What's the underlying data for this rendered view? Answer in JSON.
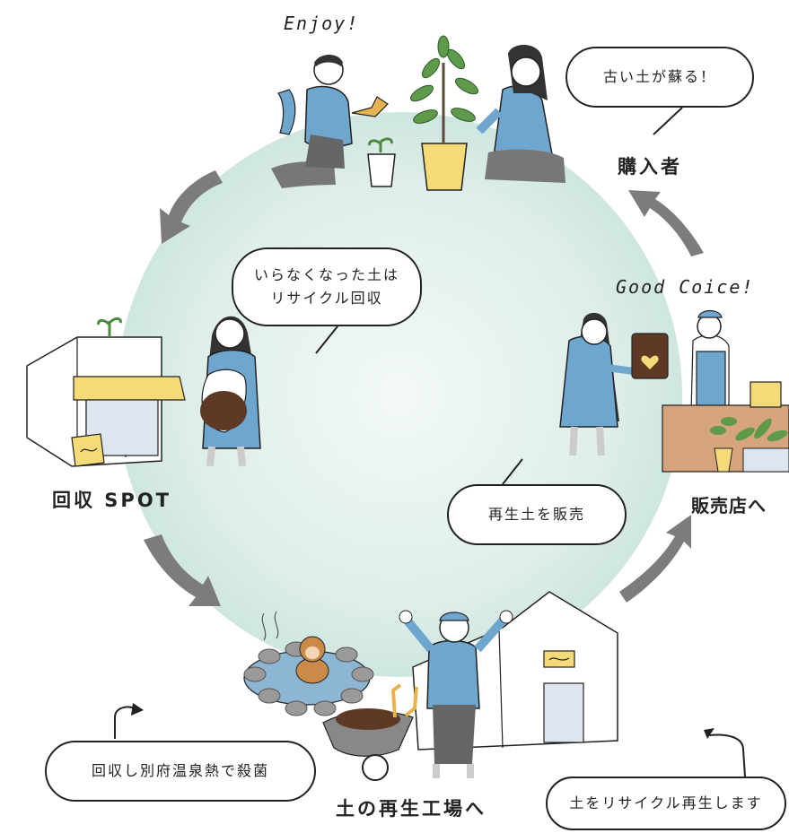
{
  "colors": {
    "circle": "#d4e9e4",
    "figure_blue": "#6fa6cd",
    "soil": "#5e3a26",
    "arrow_gray": "#7c7c7c",
    "awning_yellow": "#f6da78"
  },
  "captions": {
    "enjoy": "Enjoy!",
    "good_choice": "Good Coice!"
  },
  "bubbles": {
    "old_soil": "古い土が蘇る！",
    "unneeded_soil_line1": "いらなくなった土は",
    "unneeded_soil_line2": "リサイクル回収",
    "sell": "再生土を販売",
    "onsen": "回収し別府温泉熱で殺菌",
    "recycle": "土をリサイクル再生します"
  },
  "labels": {
    "buyer": "購入者",
    "spot": "回収 SPOT",
    "shop": "販売店へ",
    "factory": "土の再生工場へ"
  },
  "icons": {
    "cycle_arrows": "curved-arrow-icon",
    "shop_sign": "tilde-sign-icon",
    "heart": "heart-icon"
  }
}
